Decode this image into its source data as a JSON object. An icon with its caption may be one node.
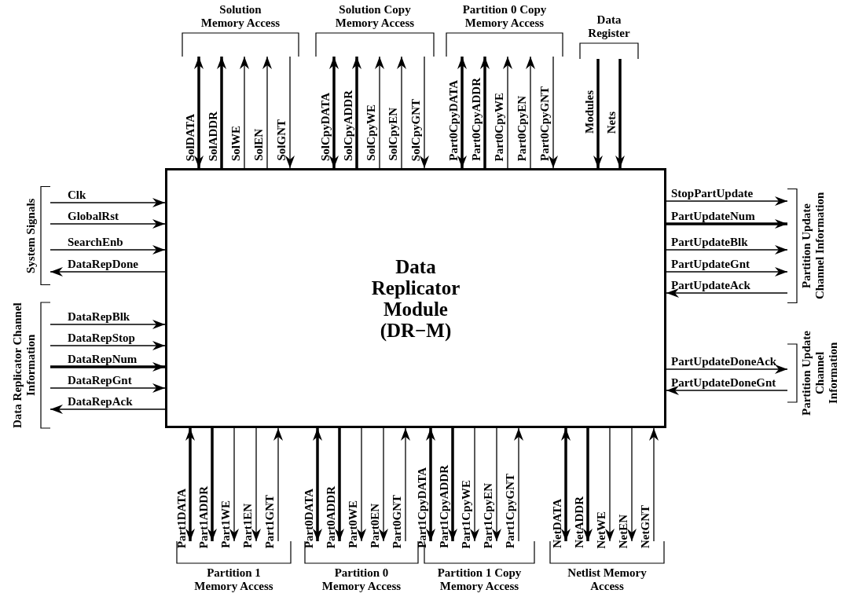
{
  "diagram": {
    "nodes": [
      {
        "text": [
          "Data Replicator Module (DR−M)"
        ]
      },
      {
        "text": [
          "Solution Memory Access"
        ]
      },
      {
        "text": [
          "Solution Copy Memory Access"
        ]
      },
      {
        "text": [
          "Partition 0 Copy Memory Access"
        ]
      },
      {
        "text": [
          "Data Register"
        ]
      },
      {
        "text": [
          "System Signals"
        ]
      },
      {
        "text": [
          "Partition Update Channel Information"
        ]
      },
      {
        "text": [
          "Data Replicator Channel Information"
        ]
      },
      {
        "text": [
          "Partition Update Channel Information"
        ]
      },
      {
        "text": [
          "Partition 1 Memory Access"
        ]
      },
      {
        "text": [
          "Partition 0 Memory Access"
        ]
      },
      {
        "text": [
          "Partition 1 Copy Memory Access"
        ]
      },
      {
        "text": [
          "Netlist Memory Access"
        ]
      }
    ],
    "edges": [
      {
        "from": 0,
        "to": 1,
        "arrow": "both",
        "label": "SolDATA",
        "style": "thick"
      },
      {
        "from": 0,
        "to": 1,
        "arrow": "to",
        "label": "SolADDR",
        "style": "thick"
      },
      {
        "from": 0,
        "to": 1,
        "arrow": "to",
        "label": "SolWE"
      },
      {
        "from": 0,
        "to": 1,
        "arrow": "to",
        "label": "SolEN"
      },
      {
        "from": 1,
        "to": 0,
        "arrow": "to",
        "label": "SolGNT"
      },
      {
        "from": 0,
        "to": 2,
        "arrow": "both",
        "label": "SolCpyDATA",
        "style": "thick"
      },
      {
        "from": 0,
        "to": 2,
        "arrow": "to",
        "label": "SolCpyADDR",
        "style": "thick"
      },
      {
        "from": 0,
        "to": 2,
        "arrow": "to",
        "label": "SolCpyWE"
      },
      {
        "from": 0,
        "to": 2,
        "arrow": "to",
        "label": "SolCpyEN"
      },
      {
        "from": 2,
        "to": 0,
        "arrow": "to",
        "label": "SolCpyGNT"
      },
      {
        "from": 0,
        "to": 3,
        "arrow": "both",
        "label": "Part0CpyDATA",
        "style": "thick"
      },
      {
        "from": 0,
        "to": 3,
        "arrow": "to",
        "label": "Part0CpyADDR",
        "style": "thick"
      },
      {
        "from": 0,
        "to": 3,
        "arrow": "to",
        "label": "Part0CpyWE"
      },
      {
        "from": 0,
        "to": 3,
        "arrow": "to",
        "label": "Part0CpyEN"
      },
      {
        "from": 3,
        "to": 0,
        "arrow": "to",
        "label": "Part0CpyGNT"
      },
      {
        "from": 4,
        "to": 0,
        "arrow": "to",
        "label": "Modules",
        "style": "thick"
      },
      {
        "from": 4,
        "to": 0,
        "arrow": "to",
        "label": "Nets",
        "style": "thick"
      },
      {
        "from": 5,
        "to": 0,
        "arrow": "to",
        "label": "Clk"
      },
      {
        "from": 5,
        "to": 0,
        "arrow": "to",
        "label": "GlobalRst"
      },
      {
        "from": 5,
        "to": 0,
        "arrow": "to",
        "label": "SearchEnb"
      },
      {
        "from": 0,
        "to": 5,
        "arrow": "to",
        "label": "DataRepDone"
      },
      {
        "from": 7,
        "to": 0,
        "arrow": "to",
        "label": "DataRepBlk"
      },
      {
        "from": 7,
        "to": 0,
        "arrow": "to",
        "label": "DataRepStop"
      },
      {
        "from": 7,
        "to": 0,
        "arrow": "to",
        "label": "DataRepNum",
        "style": "thick"
      },
      {
        "from": 7,
        "to": 0,
        "arrow": "to",
        "label": "DataRepGnt"
      },
      {
        "from": 0,
        "to": 7,
        "arrow": "to",
        "label": "DataRepAck"
      },
      {
        "from": 0,
        "to": 6,
        "arrow": "to",
        "label": "StopPartUpdate"
      },
      {
        "from": 0,
        "to": 6,
        "arrow": "to",
        "label": "PartUpdateNum",
        "style": "thick"
      },
      {
        "from": 0,
        "to": 6,
        "arrow": "to",
        "label": "PartUpdateBlk"
      },
      {
        "from": 0,
        "to": 6,
        "arrow": "to",
        "label": "PartUpdateGnt"
      },
      {
        "from": 6,
        "to": 0,
        "arrow": "to",
        "label": "PartUpdateAck"
      },
      {
        "from": 0,
        "to": 8,
        "arrow": "to",
        "label": "PartUpdateDoneAck"
      },
      {
        "from": 8,
        "to": 0,
        "arrow": "to",
        "label": "PartUpdateDoneGnt"
      },
      {
        "from": 0,
        "to": 9,
        "arrow": "both",
        "label": "Part1DATA",
        "style": "thick"
      },
      {
        "from": 0,
        "to": 9,
        "arrow": "to",
        "label": "Part1ADDR",
        "style": "thick"
      },
      {
        "from": 0,
        "to": 9,
        "arrow": "to",
        "label": "Part1WE"
      },
      {
        "from": 0,
        "to": 9,
        "arrow": "to",
        "label": "Part1EN"
      },
      {
        "from": 9,
        "to": 0,
        "arrow": "to",
        "label": "Part1GNT"
      },
      {
        "from": 0,
        "to": 10,
        "arrow": "both",
        "label": "Part0DATA",
        "style": "thick"
      },
      {
        "from": 0,
        "to": 10,
        "arrow": "to",
        "label": "Part0ADDR",
        "style": "thick"
      },
      {
        "from": 0,
        "to": 10,
        "arrow": "to",
        "label": "Part0WE"
      },
      {
        "from": 0,
        "to": 10,
        "arrow": "to",
        "label": "Part0EN"
      },
      {
        "from": 10,
        "to": 0,
        "arrow": "to",
        "label": "Part0GNT"
      },
      {
        "from": 0,
        "to": 11,
        "arrow": "both",
        "label": "Part1CpyDATA",
        "style": "thick"
      },
      {
        "from": 0,
        "to": 11,
        "arrow": "to",
        "label": "Part1CpyADDR",
        "style": "thick"
      },
      {
        "from": 0,
        "to": 11,
        "arrow": "to",
        "label": "Part1CpyWE"
      },
      {
        "from": 0,
        "to": 11,
        "arrow": "to",
        "label": "Part1CpyEN"
      },
      {
        "from": 11,
        "to": 0,
        "arrow": "to",
        "label": "Part1CpyGNT"
      },
      {
        "from": 0,
        "to": 12,
        "arrow": "both",
        "label": "NetDATA",
        "style": "thick"
      },
      {
        "from": 0,
        "to": 12,
        "arrow": "to",
        "label": "NetADDR",
        "style": "thick"
      },
      {
        "from": 0,
        "to": 12,
        "arrow": "to",
        "label": "NetWE"
      },
      {
        "from": 0,
        "to": 12,
        "arrow": "to",
        "label": "NetEN"
      },
      {
        "from": 12,
        "to": 0,
        "arrow": "to",
        "label": "NetGNT"
      }
    ]
  }
}
